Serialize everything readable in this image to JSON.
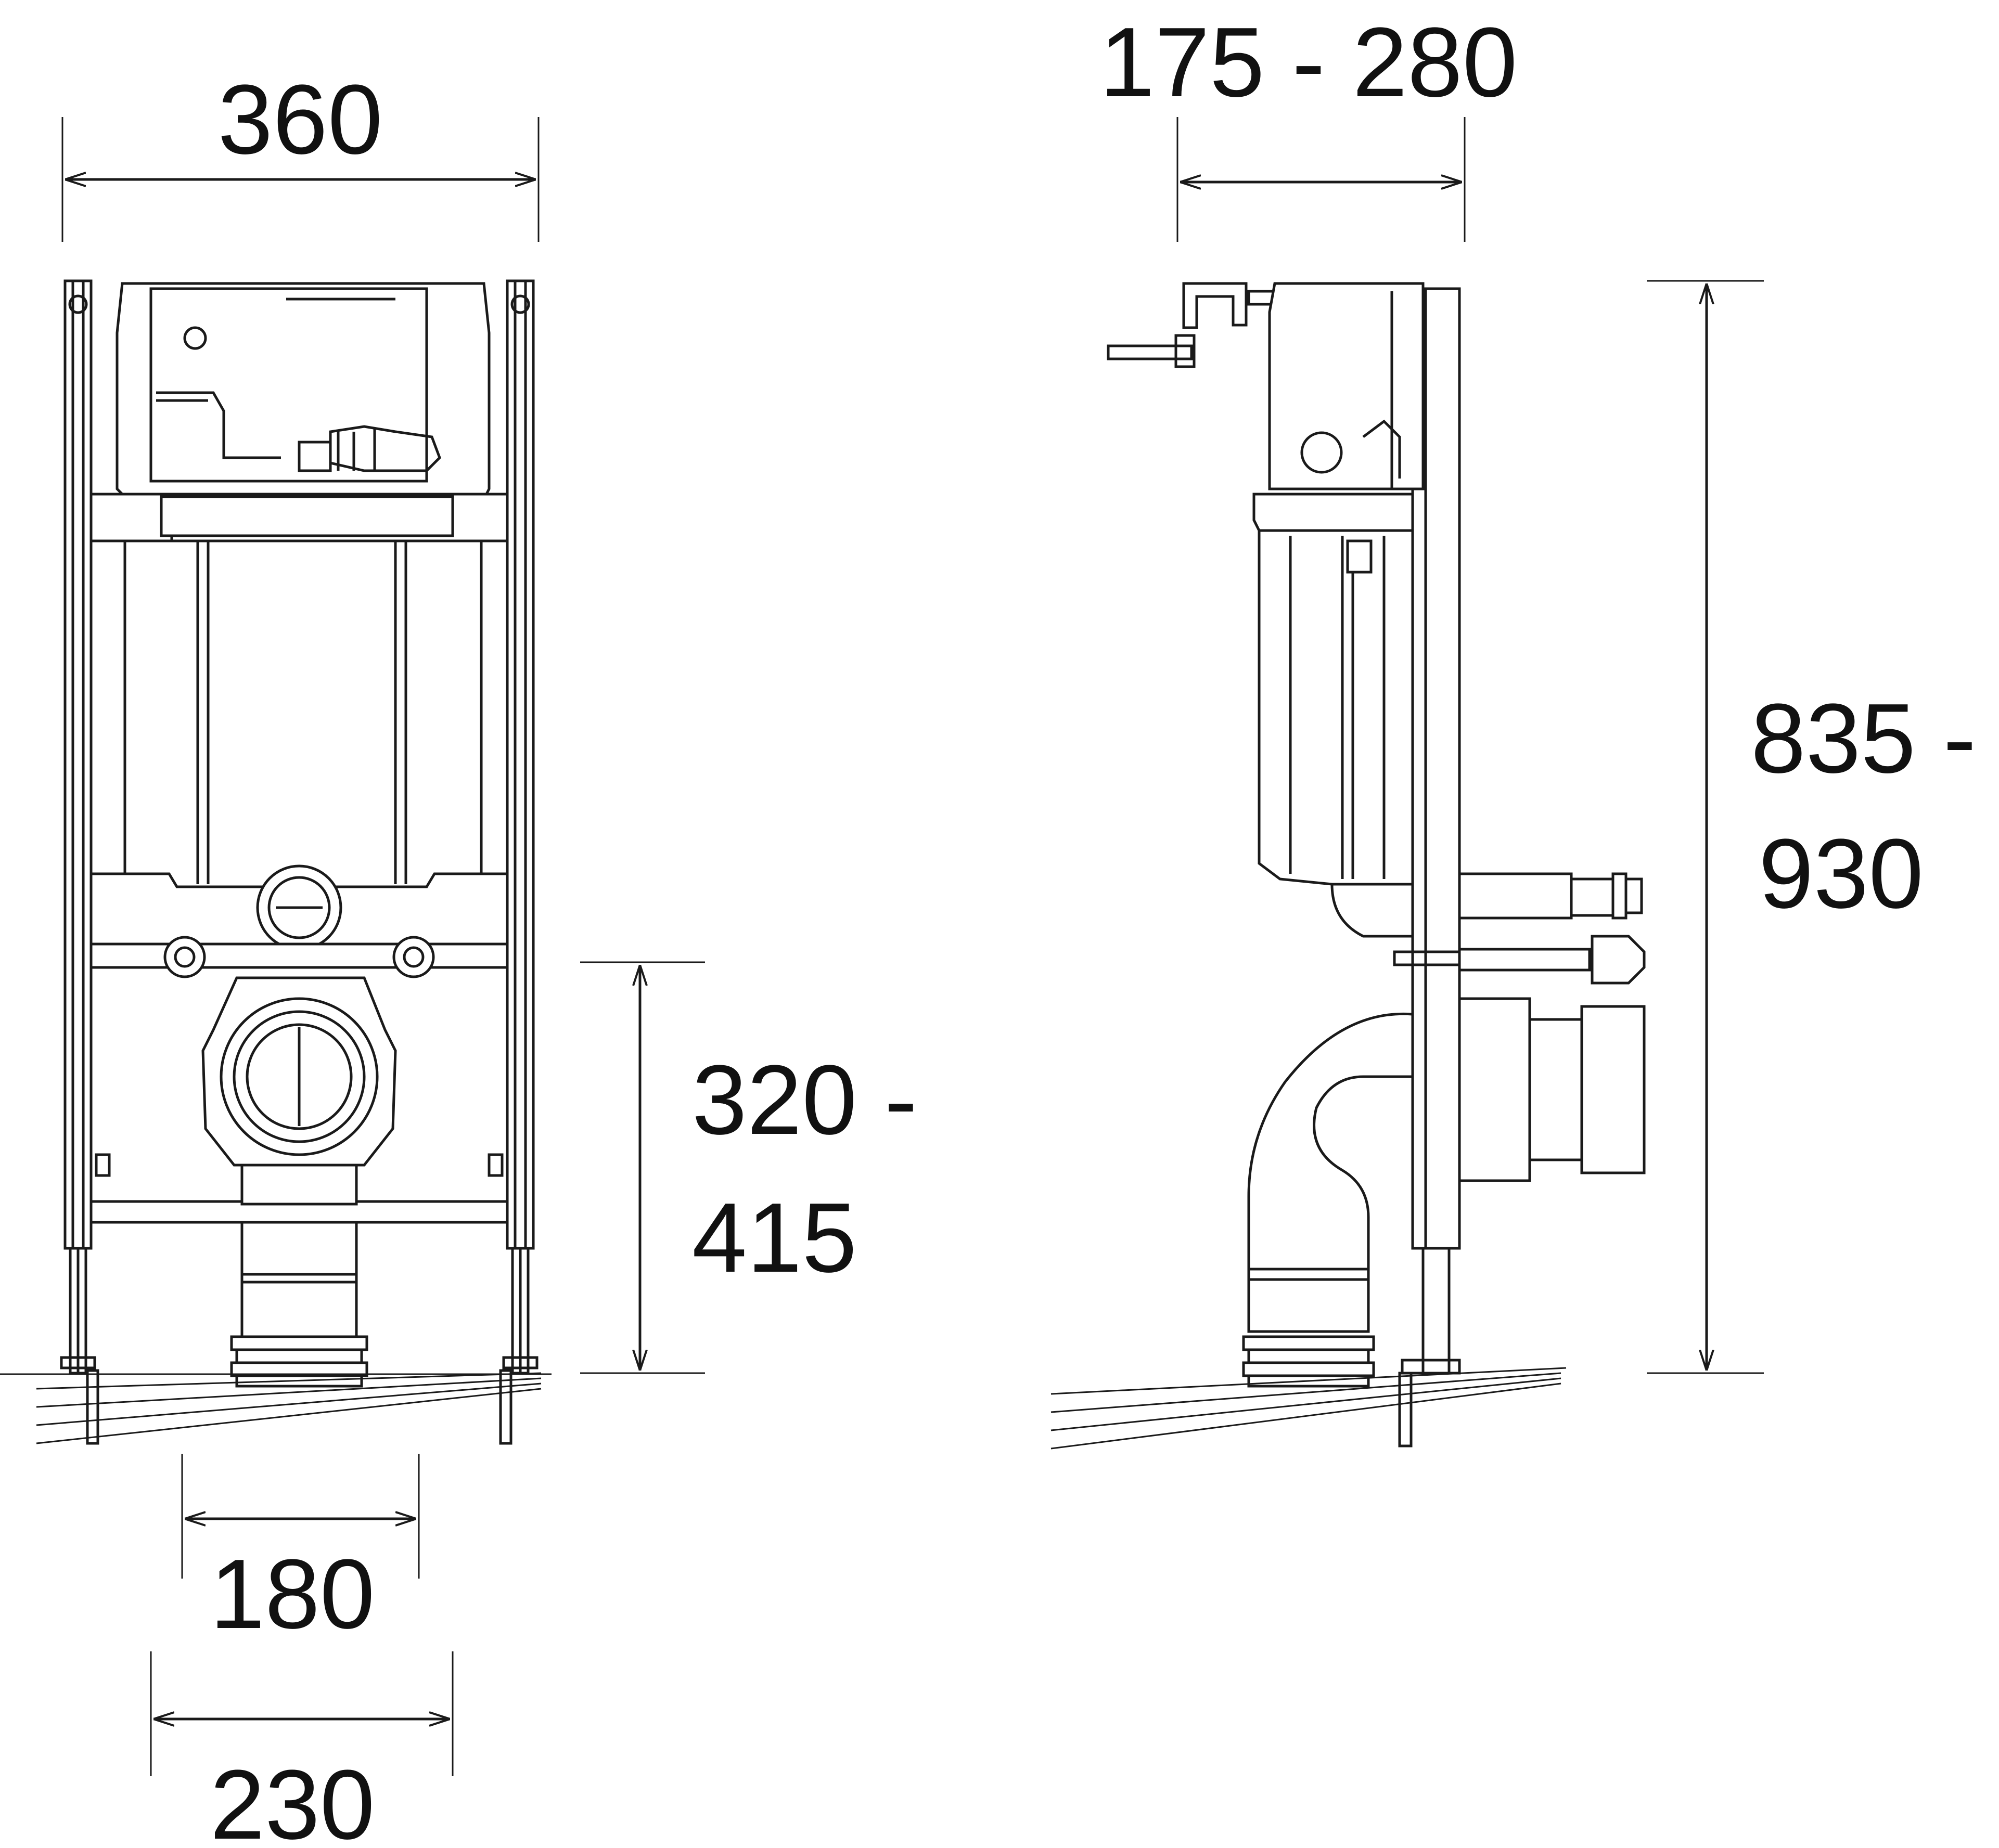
{
  "dimensions": {
    "front_width": "360",
    "side_depth": "175 - 280",
    "height_line1": "835 -",
    "height_line2": "930",
    "outlet_height_line1": "320 -",
    "outlet_height_line2": "415",
    "outlet_inner": "180",
    "outlet_outer": "230"
  },
  "colors": {
    "line": "#1a1a1a",
    "background": "#ffffff"
  }
}
